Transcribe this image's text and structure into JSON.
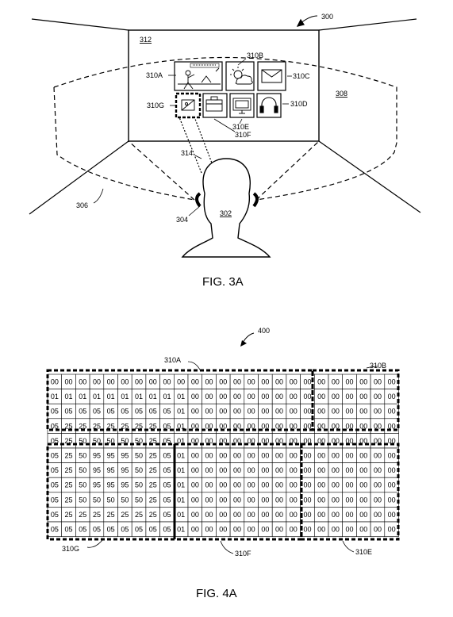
{
  "fig3a": {
    "caption": "FIG. 3A",
    "ref_300": "300",
    "ref_312": "312",
    "ref_308": "308",
    "ref_314": "314",
    "ref_306": "306",
    "ref_304": "304",
    "ref_302": "302",
    "icons": [
      {
        "ref": "310A",
        "icon": "video-scene-icon"
      },
      {
        "ref": "310B",
        "icon": "weather-icon"
      },
      {
        "ref": "310C",
        "icon": "mail-icon"
      },
      {
        "ref": "310G",
        "icon": "image-placeholder-icon"
      },
      {
        "ref": "310E",
        "icon": "tv-icon"
      },
      {
        "ref": "310F",
        "icon": "briefcase-icon"
      },
      {
        "ref": "310D",
        "icon": "headphones-icon"
      }
    ]
  },
  "fig4a": {
    "caption": "FIG. 4A",
    "ref_400": "400",
    "ref_310A": "310A",
    "ref_310B": "310B",
    "ref_310E": "310E",
    "ref_310F": "310F",
    "ref_310G": "310G",
    "grid": [
      [
        "00",
        "00",
        "00",
        "00",
        "00",
        "00",
        "00",
        "00",
        "00",
        "00",
        "00",
        "00",
        "00",
        "00",
        "00",
        "00",
        "00",
        "00",
        "00",
        "00",
        "00",
        "00",
        "00",
        "00",
        "00"
      ],
      [
        "01",
        "01",
        "01",
        "01",
        "01",
        "01",
        "01",
        "01",
        "01",
        "01",
        "00",
        "00",
        "00",
        "00",
        "00",
        "00",
        "00",
        "00",
        "00",
        "00",
        "00",
        "00",
        "00",
        "00",
        "00"
      ],
      [
        "05",
        "05",
        "05",
        "05",
        "05",
        "05",
        "05",
        "05",
        "05",
        "01",
        "00",
        "00",
        "00",
        "00",
        "00",
        "00",
        "00",
        "00",
        "00",
        "00",
        "00",
        "00",
        "00",
        "00",
        "00"
      ],
      [
        "05",
        "25",
        "25",
        "25",
        "25",
        "25",
        "25",
        "25",
        "05",
        "01",
        "00",
        "00",
        "00",
        "00",
        "00",
        "00",
        "00",
        "00",
        "00",
        "00",
        "00",
        "00",
        "00",
        "00",
        "00"
      ],
      [
        "05",
        "25",
        "50",
        "50",
        "50",
        "50",
        "50",
        "25",
        "05",
        "01",
        "00",
        "00",
        "00",
        "00",
        "00",
        "00",
        "00",
        "00",
        "00",
        "00",
        "00",
        "00",
        "00",
        "00",
        "00"
      ],
      [
        "05",
        "25",
        "50",
        "95",
        "95",
        "95",
        "50",
        "25",
        "05",
        "01",
        "00",
        "00",
        "00",
        "00",
        "00",
        "00",
        "00",
        "00",
        "00",
        "00",
        "00",
        "00",
        "00",
        "00",
        "00"
      ],
      [
        "05",
        "25",
        "50",
        "95",
        "95",
        "95",
        "50",
        "25",
        "05",
        "01",
        "00",
        "00",
        "00",
        "00",
        "00",
        "00",
        "00",
        "00",
        "00",
        "00",
        "00",
        "00",
        "00",
        "00",
        "00"
      ],
      [
        "05",
        "25",
        "50",
        "95",
        "95",
        "95",
        "50",
        "25",
        "05",
        "01",
        "00",
        "00",
        "00",
        "00",
        "00",
        "00",
        "00",
        "00",
        "00",
        "00",
        "00",
        "00",
        "00",
        "00",
        "00"
      ],
      [
        "05",
        "25",
        "50",
        "50",
        "50",
        "50",
        "50",
        "25",
        "05",
        "01",
        "00",
        "00",
        "00",
        "00",
        "00",
        "00",
        "00",
        "00",
        "00",
        "00",
        "00",
        "00",
        "00",
        "00",
        "00"
      ],
      [
        "05",
        "25",
        "25",
        "25",
        "25",
        "25",
        "25",
        "25",
        "05",
        "01",
        "00",
        "00",
        "00",
        "00",
        "00",
        "00",
        "00",
        "00",
        "00",
        "00",
        "00",
        "00",
        "00",
        "00",
        "00"
      ],
      [
        "05",
        "05",
        "05",
        "05",
        "05",
        "05",
        "05",
        "05",
        "05",
        "01",
        "00",
        "00",
        "00",
        "00",
        "00",
        "00",
        "00",
        "00",
        "00",
        "00",
        "00",
        "00",
        "00",
        "00",
        "00"
      ]
    ]
  }
}
